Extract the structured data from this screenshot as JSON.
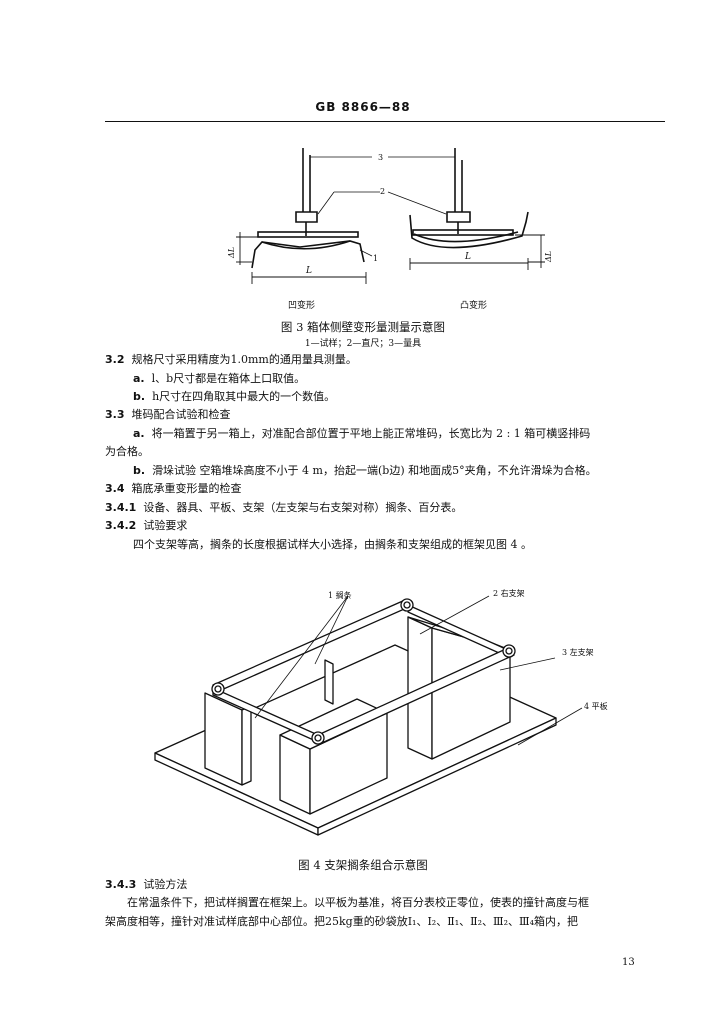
{
  "header": {
    "title": "GB 8866—88"
  },
  "fig3": {
    "labels": {
      "n1": "1",
      "n2": "2",
      "n3": "3",
      "L": "L",
      "dL": "ΔL"
    },
    "sub_left": "凹变形",
    "sub_right": "凸变形",
    "caption": "图 3  箱体侧壁变形量测量示意图",
    "legend": "1—试样；2—直尺；3—量具"
  },
  "lines": [
    {
      "num": "3.2",
      "text": "规格尺寸采用精度为1.0mm的通用量具测量。"
    },
    {
      "num": "a.",
      "text": "l、b尺寸都是在箱体上口取值。"
    },
    {
      "num": "b.",
      "text": "h尺寸在四角取其中最大的一个数值。"
    },
    {
      "num": "3.3",
      "text": "堆码配合试验和检查"
    },
    {
      "num": "a.",
      "text": "将一箱置于另一箱上，对准配合部位置于平地上能正常堆码，长宽比为 2 : 1 箱可横竖排码"
    },
    {
      "num": "",
      "text": "为合格。"
    },
    {
      "num": "b.",
      "text": "滑垛试验  空箱堆垛高度不小于 4 m，抬起一端(b边) 和地面成5°夹角，不允许滑垛为合格。"
    },
    {
      "num": "3.4",
      "text": "箱底承重变形量的检查"
    },
    {
      "num": "3.4.1",
      "text": "设备、器具、平板、支架（左支架与右支架对称）搁条、百分表。"
    },
    {
      "num": "3.4.2",
      "text": "试验要求"
    },
    {
      "num": "",
      "text": "四个支架等高，搁条的长度根据试样大小选择，由搁条和支架组成的框架见图 4 。"
    }
  ],
  "fig4": {
    "labels": {
      "l1": "1 搁条",
      "l2": "2 右支架",
      "l3": "3 左支架",
      "l4": "4 平板"
    },
    "caption": "图 4   支架搁条组合示意图"
  },
  "bottom": [
    {
      "num": "3.4.3",
      "text": "试验方法"
    },
    {
      "num": "",
      "text": "在常温条件下，把试样搁置在框架上。以平板为基准，将百分表校正零位，使表的撞针高度与框"
    },
    {
      "num": "",
      "text": "架高度相等，撞针对准试样底部中心部位。把25kg重的砂袋放Ⅰ₁、Ⅰ₂、Ⅱ₁、Ⅱ₂、Ⅲ₂、Ⅲ₄箱内，把"
    }
  ],
  "page_number": "13"
}
